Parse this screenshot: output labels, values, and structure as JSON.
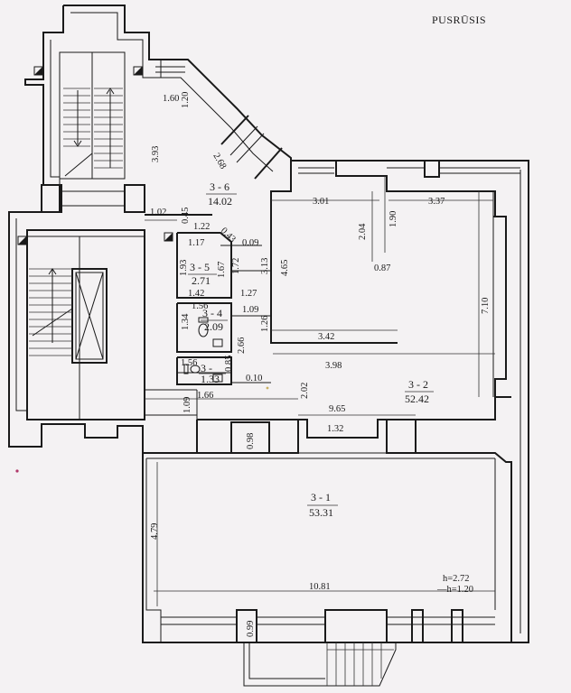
{
  "title": "PUSRŪSIS",
  "rooms": [
    {
      "id": "3 - 1",
      "area": "53.31"
    },
    {
      "id": "3 - 2",
      "area": "52.42"
    },
    {
      "id": "3 - 4",
      "area": "2.09"
    },
    {
      "id": "3 - 5",
      "area": "2.71"
    },
    {
      "id": "3 - 6",
      "area": "14.02"
    },
    {
      "id": "3 -",
      "area": "1.33"
    }
  ],
  "dimensions": {
    "d_1_60": "1.60",
    "d_1_20a": "1.20",
    "d_3_93": "3.93",
    "d_2_68": "2.68",
    "d_1_02": "1.02",
    "d_0_45": "0.45",
    "d_1_22": "1.22",
    "d_0_43": "0.43",
    "d_1_17": "1.17",
    "d_0_09": "0.09",
    "d_1_93": "1.93",
    "d_1_67": "1.67",
    "d_1_72": "1.72",
    "d_3_13": "3.13",
    "d_4_65": "4.65",
    "d_1_42": "1.42",
    "d_1_27": "1.27",
    "d_1_56a": "1.56",
    "d_1_09a": "1.09",
    "d_1_34": "1.34",
    "d_1_26": "1.26",
    "d_2_66": "2.66",
    "d_1_56b": "1.56",
    "d_0_85": "0.85",
    "d_0_10": "0.10",
    "d_1_66": "1.66",
    "d_1_09b": "1.09",
    "d_3_01": "3.01",
    "d_2_04": "2.04",
    "d_1_90": "1.90",
    "d_3_37": "3.37",
    "d_0_87": "0.87",
    "d_7_10": "7.10",
    "d_3_42": "3.42",
    "d_3_98": "3.98",
    "d_2_02": "2.02",
    "d_9_65": "9.65",
    "d_1_32": "1.32",
    "d_0_98": "0.98",
    "d_4_79": "4.79",
    "d_10_81": "10.81",
    "d_0_99": "0.99"
  },
  "heights": {
    "h1": "h=2.72",
    "h2": "—h=1.20"
  }
}
